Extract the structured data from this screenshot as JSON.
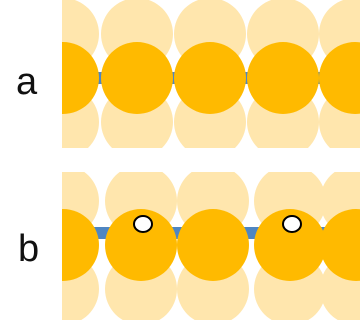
{
  "panels": [
    {
      "id": "a",
      "label": "a",
      "vacancies": []
    },
    {
      "id": "b",
      "label": "b",
      "vacancies": [
        1,
        3
      ]
    }
  ],
  "colors": {
    "atom": "#FFBA00",
    "shell": "#FFE6AD",
    "bond": "#4F86C2",
    "vacancy_fill": "#FFFFFF",
    "vacancy_stroke": "#000000"
  }
}
